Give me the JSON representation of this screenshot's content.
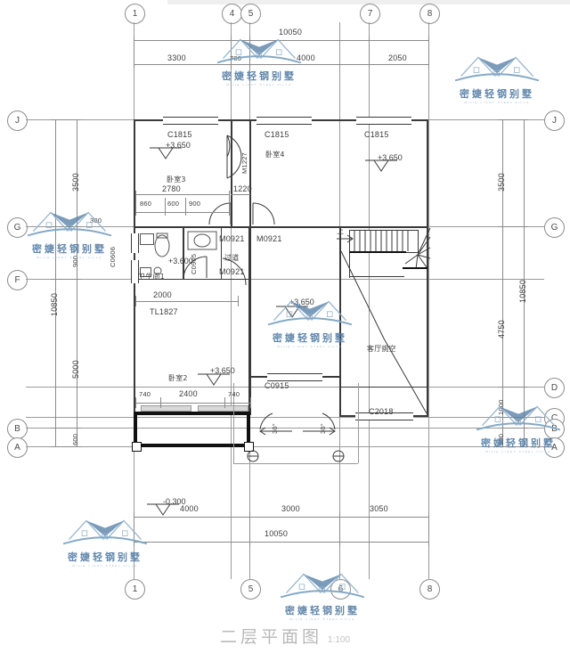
{
  "drawing": {
    "title": "二层平面图",
    "scale": "1:100",
    "watermark_text": "密婕轻钢别墅",
    "watermark_sub": "MIJIE LIGHT STEEL VILLA",
    "watermark_color": "#5b82a8"
  },
  "grid": {
    "top_labels": [
      "1",
      "4",
      "5",
      "7",
      "8"
    ],
    "bottom_labels": [
      "1",
      "5",
      "6",
      "8"
    ],
    "left_labels": [
      "J",
      "G",
      "F",
      "B",
      "A"
    ],
    "right_labels": [
      "J",
      "G",
      "D",
      "C",
      "B",
      "A"
    ]
  },
  "dimensions": {
    "top_overall": "10050",
    "top_chain": [
      "3300",
      "700",
      "4000",
      "2050"
    ],
    "bottom_overall": "10050",
    "bottom_chain": [
      "4000",
      "3000",
      "3050"
    ],
    "left_overall": "10850",
    "left_chain": [
      "3500",
      "900",
      "5000",
      "600"
    ],
    "left_extra": "300",
    "right_overall": "10850",
    "right_chain": [
      "3500",
      "4750",
      "1000",
      "600"
    ],
    "interior": {
      "bedroom3_width": "2780",
      "bedroom3_sub": [
        "860",
        "600",
        "900"
      ],
      "corridor_width": "1220",
      "bath_width": "2000",
      "balcony_chain": [
        "740",
        "2400",
        "740"
      ]
    }
  },
  "rooms": [
    {
      "name": "卧室3",
      "elevation": "+3.650"
    },
    {
      "name": "卧室4",
      "elevation": "+3.650"
    },
    {
      "name": "卧室2",
      "elevation": "+3.650"
    },
    {
      "name": "卫生间1",
      "elevation": "+3.600"
    },
    {
      "name": "过道",
      "elevation": ""
    },
    {
      "name": "客厅挑空",
      "elevation": ""
    }
  ],
  "labels": {
    "bedroom3": "卧室3",
    "bedroom4": "卧室4",
    "bedroom2": "卧室2",
    "bathroom1": "卫生间1",
    "corridor": "过道",
    "living_void": "客厅挑空",
    "beam": "TL1827",
    "stair_up": "上",
    "slope_left": "30°",
    "slope_right": "30°"
  },
  "elevations": {
    "bedroom3": "+3.650",
    "bedroom4": "+3.650",
    "bedroom2": "+3.650",
    "bathroom1": "+3.600",
    "stairs": "+3.650",
    "balcony": "-0.300"
  },
  "openings": {
    "windows": [
      "C1815",
      "C1815",
      "C1815",
      "C0606",
      "C0905",
      "C0915",
      "C2018"
    ],
    "doors": [
      "M1227",
      "M0921",
      "M0921",
      "M0921",
      "M0921"
    ]
  },
  "window_tags": {
    "w_top_left": "C1815",
    "w_top_mid": "C1815",
    "w_top_right": "C1815",
    "w_left_upper": "C0606",
    "w_left_lower": "C0905",
    "w_mid": "C0915",
    "w_bottom": "C2018"
  },
  "door_tags": {
    "d_bed3": "M1227",
    "d_corr_a": "M0921",
    "d_corr_b": "M0921",
    "d_corr_c": "M0921",
    "d_bath": "M0921"
  }
}
